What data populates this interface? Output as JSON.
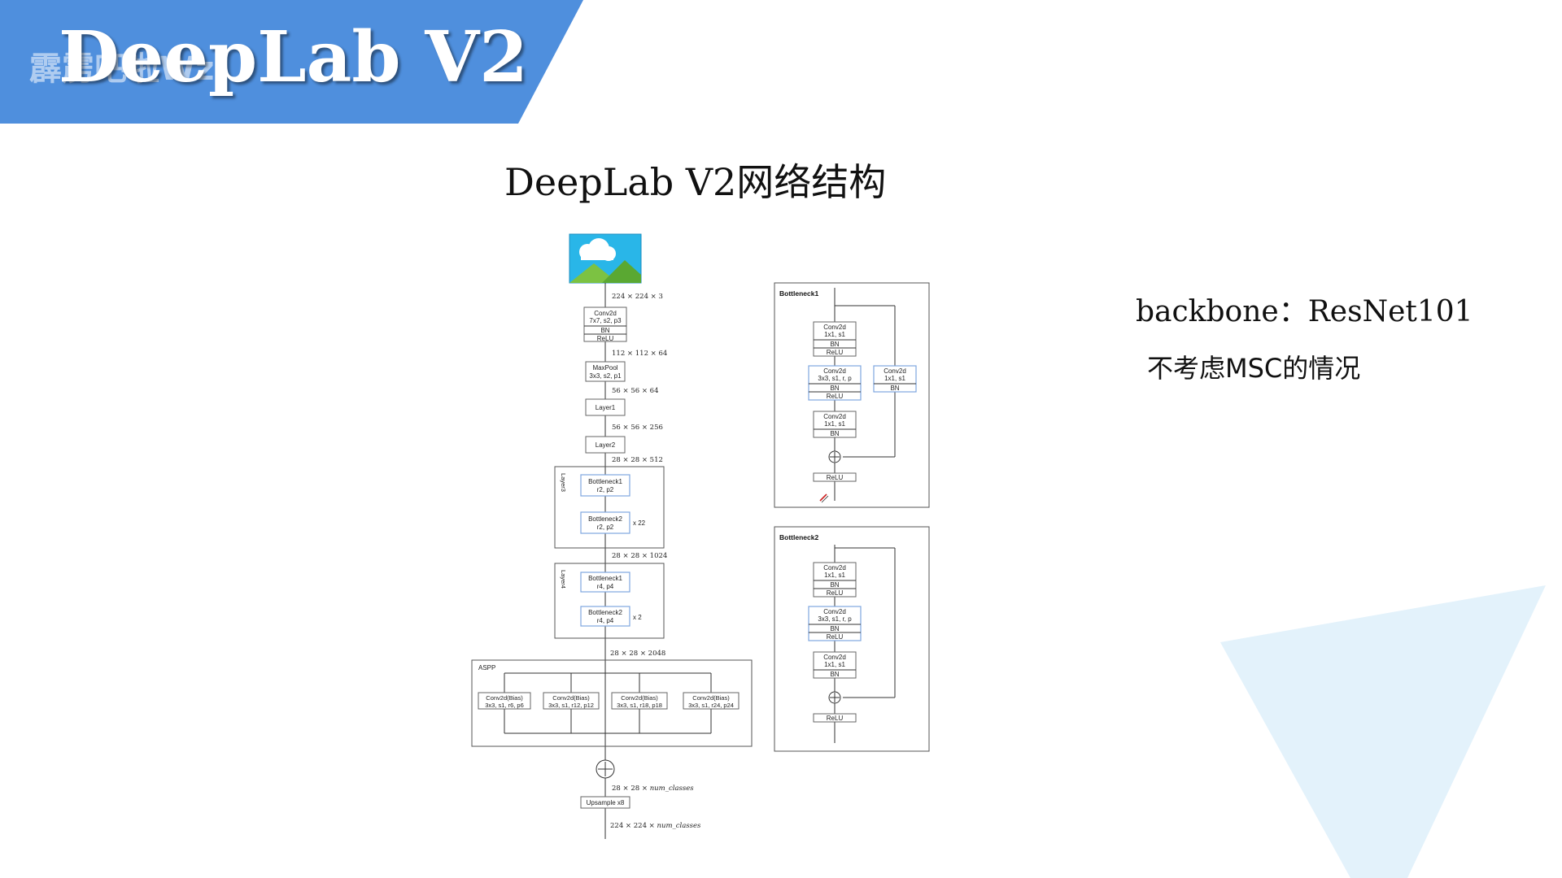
{
  "header": {
    "title": "DeepLab V2",
    "watermark": "霹雳吧啦Wz",
    "band_color": "#4f8fdd"
  },
  "slide": {
    "title": "DeepLab V2网络结构",
    "backbone": "backbone：ResNet101",
    "note": "不考虑MSC的情况"
  },
  "colors": {
    "accent_blue": "#4f8fdd",
    "box_blue": "#7ea6e0",
    "deco_triangle": "#e3f2fb"
  },
  "main_net": {
    "input_icon": "image-icon",
    "dims": {
      "d1": "224 × 224 × 3",
      "d2": "112 × 112 × 64",
      "d3": "56 × 56 × 64",
      "d4": "56 × 56 × 256",
      "d5": "28 × 28 × 512",
      "d6": "28 × 28 × 1024",
      "d7": "28 × 28 × 2048",
      "d8_a": "28 × 28 × ",
      "d8_b": "num_classes",
      "d9_a": "224 × 224 × ",
      "d9_b": "num_classes"
    },
    "conv1": [
      "Conv2d",
      "7x7, s2, p3",
      "BN",
      "ReLU"
    ],
    "maxpool": [
      "MaxPool",
      "3x3, s2, p1"
    ],
    "layer1": "Layer1",
    "layer2": "Layer2",
    "layer3": {
      "label": "Layer3",
      "b1": [
        "Bottleneck1",
        "r2, p2"
      ],
      "b2": [
        "Bottleneck2",
        "r2, p2"
      ],
      "repeat": "x 22"
    },
    "layer4": {
      "label": "Layer4",
      "b1": [
        "Bottleneck1",
        "r4, p4"
      ],
      "b2": [
        "Bottleneck2",
        "r4, p4"
      ],
      "repeat": "x 2"
    },
    "aspp": {
      "label": "ASPP",
      "branches": [
        [
          "Conv2d(Bias)",
          "3x3, s1, r6, p6"
        ],
        [
          "Conv2d(Bias)",
          "3x3, s1, r12, p12"
        ],
        [
          "Conv2d(Bias)",
          "3x3, s1, r18, p18"
        ],
        [
          "Conv2d(Bias)",
          "3x3, s1, r24, p24"
        ]
      ]
    },
    "upsample": "Upsample x8"
  },
  "bottleneck1": {
    "title": "Bottleneck1",
    "conv_a": [
      "Conv2d",
      "1x1, s1",
      "BN",
      "ReLU"
    ],
    "conv_b": [
      "Conv2d",
      "3x3, s1, r, p",
      "BN",
      "ReLU"
    ],
    "conv_c": [
      "Conv2d",
      "1x1, s1",
      "BN"
    ],
    "shortcut": [
      "Conv2d",
      "1x1, s1",
      "BN"
    ],
    "relu": "ReLU"
  },
  "bottleneck2": {
    "title": "Bottleneck2",
    "conv_a": [
      "Conv2d",
      "1x1, s1",
      "BN",
      "ReLU"
    ],
    "conv_b": [
      "Conv2d",
      "3x3, s1, r, p",
      "BN",
      "ReLU"
    ],
    "conv_c": [
      "Conv2d",
      "1x1, s1",
      "BN"
    ],
    "relu": "ReLU"
  }
}
